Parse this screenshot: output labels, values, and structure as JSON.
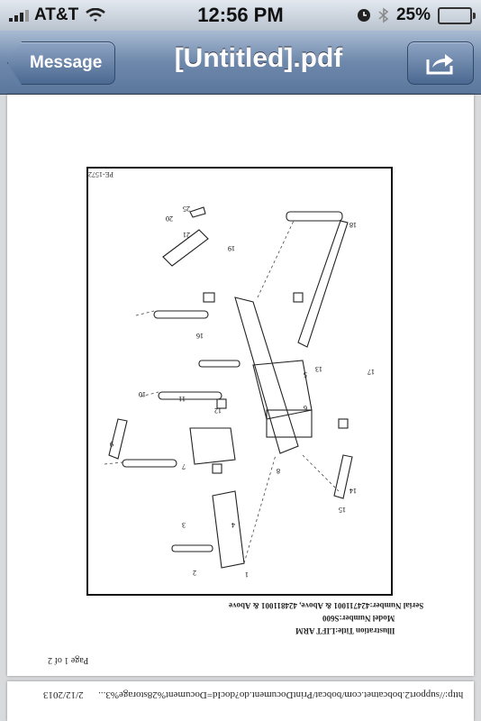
{
  "status_bar": {
    "carrier": "AT&T",
    "time": "12:56 PM",
    "battery_percent": "25%",
    "battery_level": 0.25
  },
  "nav": {
    "back_label": "Message",
    "title": "[Untitled].pdf"
  },
  "document": {
    "figure_code": "PE-1572",
    "illustration_title": "Illustration Title:LIFT ARM",
    "model_number": "Model Number:S600",
    "serial_number": "Serial Number:424711001 & Above, 424811001 & Above",
    "page_label": "Page 1 of 2",
    "footer_url": "http://support2.bobcatnet.com/bobcat/PrintDocument.do?docId=Document%28storage%3...",
    "footer_date": "2/12/2013",
    "part_numbers": [
      "1",
      "2",
      "3",
      "4",
      "5",
      "6",
      "7",
      "8",
      "9",
      "10",
      "11",
      "12",
      "13",
      "14",
      "15",
      "16",
      "17",
      "18",
      "19",
      "20",
      "21",
      "25"
    ]
  }
}
